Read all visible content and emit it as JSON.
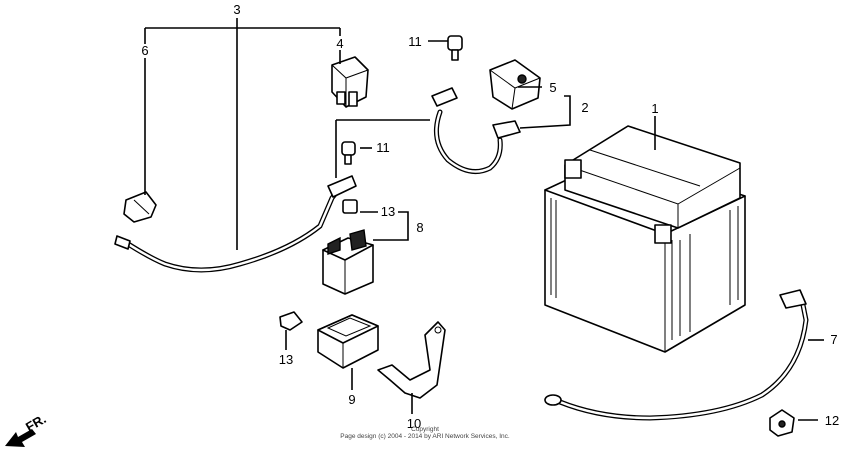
{
  "callouts": [
    "1",
    "2",
    "3",
    "4",
    "5",
    "6",
    "7",
    "8",
    "9",
    "10",
    "11",
    "11",
    "12",
    "13",
    "13"
  ],
  "direction_label": "FR.",
  "copyright_line1": "Copyright",
  "copyright_line2": "Page design (c) 2004 - 2014 by ARI Network Services, Inc."
}
